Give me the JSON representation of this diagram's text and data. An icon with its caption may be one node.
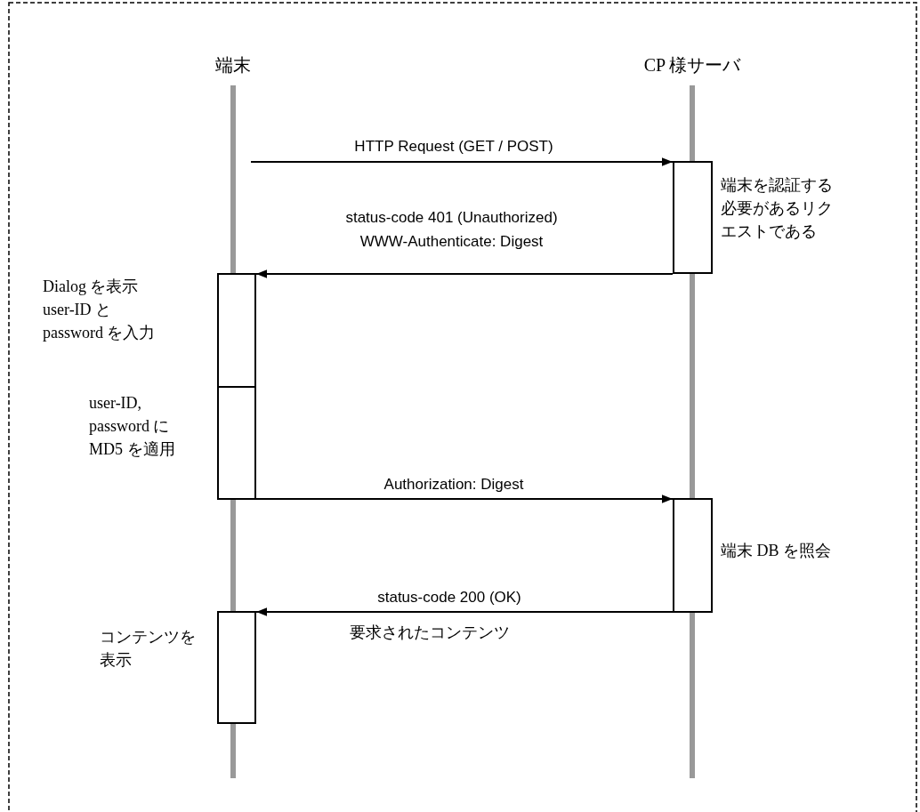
{
  "diagram": {
    "nodes": [
      {
        "text": [
          "端末"
        ]
      },
      {
        "text": [
          "CP 様サーバ"
        ]
      },
      {
        "text": [],
        "shape": "box",
        "beside": [
          "端末を認証する必要があるリクエストである"
        ]
      },
      {
        "text": [],
        "shape": "box",
        "beside": [
          "Dialog を表示 user-ID と password を入力"
        ]
      },
      {
        "text": [],
        "shape": "box",
        "beside": [
          "user-ID, password に MD5 を適用"
        ]
      },
      {
        "text": [],
        "shape": "box",
        "beside": [
          "端末 DB を照会"
        ]
      },
      {
        "text": [],
        "shape": "box",
        "beside": [
          "コンテンツを表示"
        ]
      }
    ],
    "edges": [
      {
        "from": 0,
        "to": 2,
        "arrow": "to",
        "label": "HTTP Request (GET / POST)"
      },
      {
        "from": 2,
        "to": 3,
        "arrow": "to",
        "label": "status-code 401 (Unauthorized) WWW-Authenticate: Digest"
      },
      {
        "from": 4,
        "to": 5,
        "arrow": "to",
        "label": "Authorization: Digest"
      },
      {
        "from": 5,
        "to": 6,
        "arrow": "to",
        "label": "status-code 200 (OK)"
      }
    ],
    "labels": [
      "要求されたコンテンツ"
    ]
  }
}
